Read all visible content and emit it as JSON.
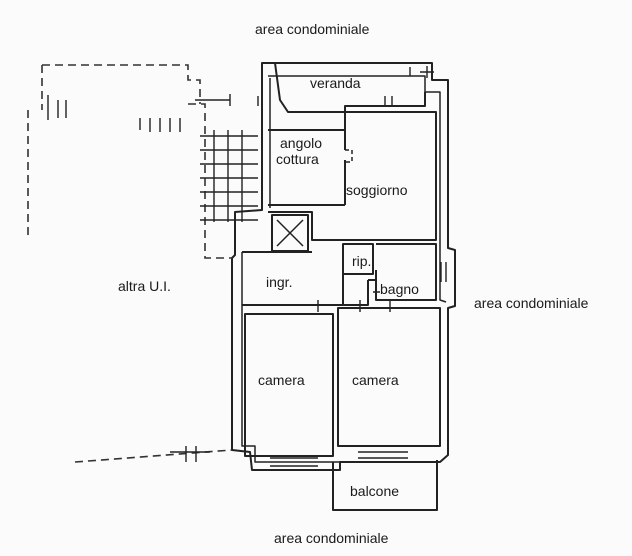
{
  "surroundings": {
    "top": "area condominiale",
    "right": "area condominiale",
    "bottom": "area condominiale",
    "left_unit": "altra U.I."
  },
  "rooms": {
    "veranda": "veranda",
    "angolo": "angolo",
    "cottura": "cottura",
    "soggiorno": "soggiorno",
    "ripostiglio": "rip.",
    "ingresso": "ingr.",
    "bagno": "bagno",
    "camera_left": "camera",
    "camera_right": "camera",
    "balcone": "balcone"
  }
}
